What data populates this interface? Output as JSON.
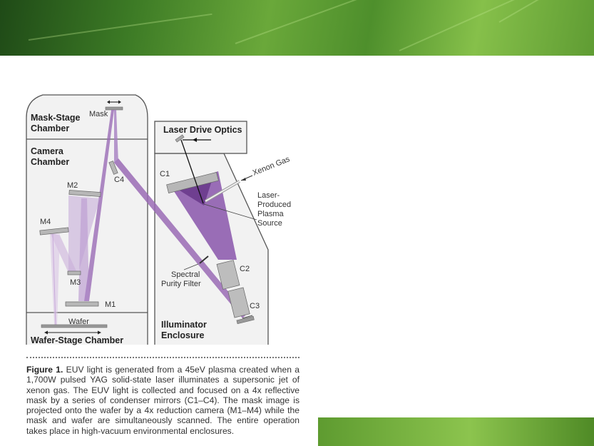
{
  "colors": {
    "leaf_dark": "#2f6a1f",
    "leaf_light": "#8cc44e",
    "beam": "#9a6bb5",
    "beam_light": "#c9acd9",
    "source": "#6f3f90",
    "chamber_stroke": "#555555",
    "chamber_fill": "#f2f2f2"
  },
  "diagram": {
    "chambers": {
      "mask_stage": [
        "Mask-Stage",
        "Chamber"
      ],
      "camera": [
        "Camera",
        "Chamber"
      ],
      "wafer_stage": "Wafer-Stage Chamber",
      "laser_drive": "Laser Drive Optics",
      "illuminator": [
        "Illuminator",
        "Enclosure"
      ]
    },
    "components": {
      "mask": "Mask",
      "wafer": "Wafer",
      "m1": "M1",
      "m2": "M2",
      "m3": "M3",
      "m4": "M4",
      "c1": "C1",
      "c2": "C2",
      "c3": "C3",
      "c4": "C4",
      "xenon_gas": "Xenon Gas",
      "plasma_source": [
        "Laser-",
        "Produced",
        "Plasma",
        "Source"
      ],
      "spectral_filter": [
        "Spectral",
        "Purity Filter"
      ]
    }
  },
  "caption": {
    "label": "Figure 1.",
    "text": "EUV light is generated from a 45eV plasma created when a 1,700W pulsed YAG solid-state laser illuminates a supersonic jet of xenon gas. The EUV light is collected and focused on a 4x reflective mask by a series of condenser mirrors (C1–C4). The mask image is projected onto the wafer by a 4x reduction camera (M1–M4) while the mask and wafer are simultaneously scanned. The entire operation takes place in high-vacuum environmental enclosures."
  }
}
